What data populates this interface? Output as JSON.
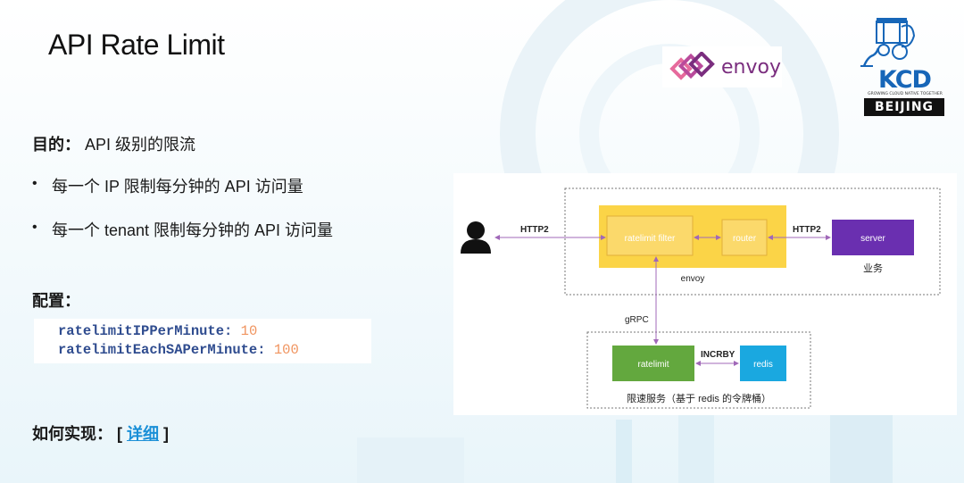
{
  "slide": {
    "title": "API Rate Limit",
    "purpose_label": "目的：",
    "purpose_text": "API 级别的限流",
    "bullets": [
      "每一个 IP 限制每分钟的 API 访问量",
      "每一个 tenant 限制每分钟的 API 访问量"
    ],
    "config_label": "配置：",
    "config": [
      {
        "key": "ratelimitIPPerMinute:",
        "value": "10"
      },
      {
        "key": "ratelimitEachSAPerMinute:",
        "value": "100"
      }
    ],
    "how_label": "如何实现：",
    "how_open": "[",
    "how_link": "详细",
    "how_close": "]"
  },
  "logos": {
    "envoy": "envoy",
    "kcd": "KCD",
    "kcd_tagline": "GROWING CLOUD NATIVE TOGETHER",
    "kcd_city": "BEIJING"
  },
  "diagram": {
    "http2_left": "HTTP2",
    "http2_right": "HTTP2",
    "filter": "ratelimit filter",
    "router": "router",
    "envoy": "envoy",
    "server": "server",
    "server_caption": "业务",
    "grpc": "gRPC",
    "incrby": "INCRBY",
    "ratelimit": "ratelimit",
    "redis": "redis",
    "service_caption": "限速服务（基于 redis 的令牌桶）"
  },
  "colors": {
    "filter_fill": "#fbd96b",
    "envoy_outer": "#fbd447",
    "server_fill": "#6a2fb0",
    "ratelimit_fill": "#63a83e",
    "redis_fill": "#1aa8e0",
    "arrow": "#a068b8",
    "link": "#1a8fd7"
  }
}
